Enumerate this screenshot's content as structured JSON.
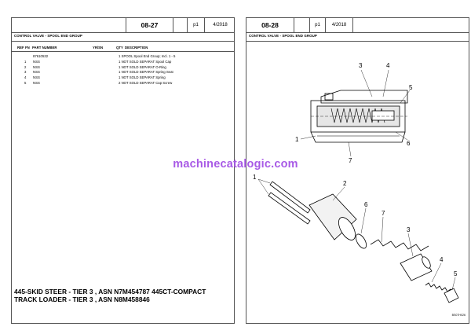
{
  "left_page": {
    "header": {
      "number": "08-27",
      "page": "p1",
      "date": "4/2018"
    },
    "group_title": "CONTROL VALVE - SPOOL END GROUP",
    "columns": [
      "REF",
      "FN",
      "PART NUMBER",
      "YR/SN",
      "QTY",
      "DESCRIPTION"
    ],
    "rows": [
      {
        "ref": "",
        "part": "87610532",
        "desc": "1 SPOOL  Spool End Group; Incl. 1 - 5"
      },
      {
        "ref": "1",
        "part": "NSS",
        "desc": "1 NOT SOLD SEPARAT  Spool Cap"
      },
      {
        "ref": "2",
        "part": "NSS",
        "desc": "1 NOT SOLD SEPARAT  O-Ring"
      },
      {
        "ref": "3",
        "part": "NSS",
        "desc": "1 NOT SOLD SEPARAT  Spring Seat"
      },
      {
        "ref": "4",
        "part": "NSS",
        "desc": "1 NOT SOLD SEPARAT  Spring"
      },
      {
        "ref": "5",
        "part": "NSS",
        "desc": "2 NOT SOLD SEPARAT  Cap Screw"
      }
    ],
    "footer": "445-SKID STEER - TIER 3 , ASN N7M454787  445CT-COMPACT TRACK LOADER - TIER 3 , ASN N8M458846"
  },
  "right_page": {
    "header": {
      "number": "08-28",
      "page": "p1",
      "date": "4/2018"
    },
    "group_title": "CONTROL VALVE - SPOOL END GROUP",
    "callouts_top": [
      "1",
      "3",
      "4",
      "5",
      "6",
      "7"
    ],
    "callouts_bottom": [
      "1",
      "2",
      "6",
      "7",
      "3",
      "4",
      "5"
    ],
    "drawing_code": "BS07H026"
  },
  "watermark": "machinecatalogic.com"
}
